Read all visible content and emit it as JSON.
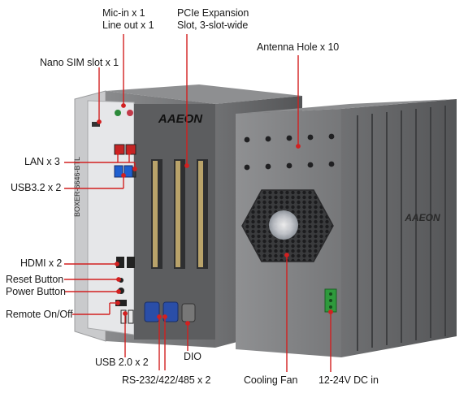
{
  "labels": {
    "mic_in": "Mic-in x 1",
    "line_out": "Line out x 1",
    "pcie_1": "PCIe Expansion",
    "pcie_2": "Slot, 3-slot-wide",
    "antenna": "Antenna Hole x 10",
    "nano_sim": "Nano SIM slot x 1",
    "lan": "LAN x 3",
    "usb32": "USB3.2 x 2",
    "hdmi": "HDMI x 2",
    "reset": "Reset Button",
    "power": "Power Button",
    "remote": "Remote On/Off",
    "usb20": "USB 2.0 x 2",
    "rs232": "RS-232/422/485 x 2",
    "dio": "DIO",
    "cooling_fan": "Cooling Fan",
    "dc_in": "12-24V DC in"
  },
  "device": {
    "brand": "AAEON",
    "model": "BOXER-6646-BTL",
    "side_brand": "AAEON"
  },
  "colors": {
    "callout_line": "#d22020",
    "callout_dot": "#d22020",
    "chassis_front": "#7b7c7e",
    "chassis_side": "#5d5e60",
    "lan_port": "#c42424",
    "usb3_port": "#1e5fd0",
    "com_port": "#2a4ea8",
    "terminal_block": "#2e9a3c"
  }
}
